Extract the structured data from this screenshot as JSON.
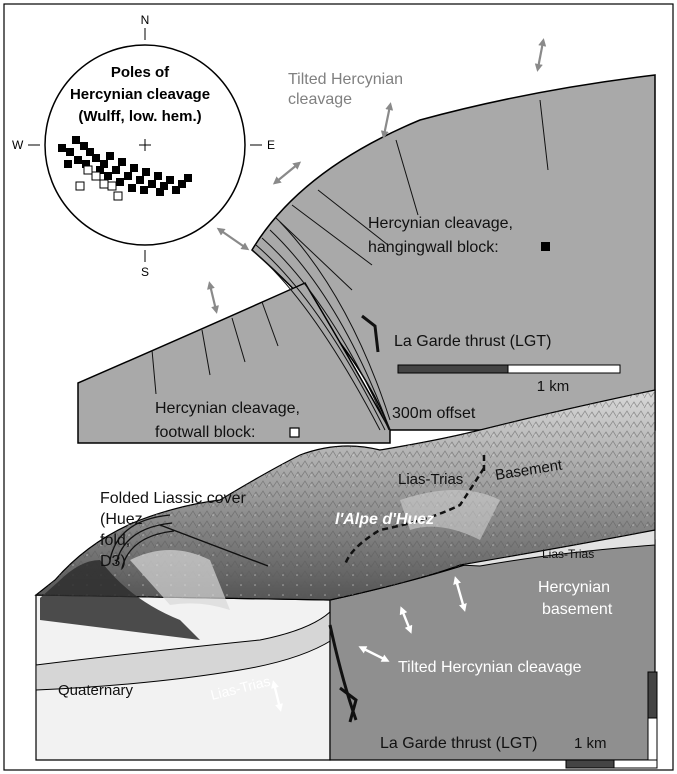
{
  "stereonet": {
    "title_line1": "Poles of",
    "title_line2": "Hercynian cleavage",
    "title_line3": "(Wulff, low. hem.)",
    "north": "N",
    "south": "S",
    "east": "E",
    "west": "W",
    "legend_filled": "hangingwall block",
    "legend_open": "footwall block"
  },
  "cross_section": {
    "tilted_cleavage_line1": "Tilted Hercynian",
    "tilted_cleavage_line2": "cleavage",
    "hangingwall_line1": "Hercynian cleavage,",
    "hangingwall_line2": "hangingwall block:",
    "footwall_line1": "Hercynian cleavage,",
    "footwall_line2": "footwall block:",
    "thrust": "La Garde thrust (LGT)",
    "offset": "300m offset",
    "scale": "1 km"
  },
  "block_diagram": {
    "folded_line1": "Folded Liassic cover",
    "folded_line2": "(Huez",
    "folded_line3": "fold,",
    "folded_line4": "D3)",
    "lias_trias_top": "Lias-Trias",
    "basement_top": "Basement",
    "alpe_dhuez": "l'Alpe d'Huez",
    "lias_trias_right": "Lias-Trias",
    "hercynian_line1": "Hercynian",
    "hercynian_line2": "basement",
    "tilted_cleavage": "Tilted Hercynian cleavage",
    "quaternary": "Quaternary",
    "lias_trias_left": "Lias-Trias",
    "thrust": "La Garde thrust (LGT)",
    "scale": "1 km"
  },
  "colors": {
    "section_gray": "#a9a9a9",
    "basement_gray": "#8f8f8f",
    "quaternary_fill": "#f2f2f2",
    "arrow_gray": "#8a8a8a",
    "label_gray": "#808080"
  },
  "icons": [
    "double-arrow-icon",
    "thrust-arrow-icon",
    "filled-square-icon",
    "open-square-icon"
  ]
}
